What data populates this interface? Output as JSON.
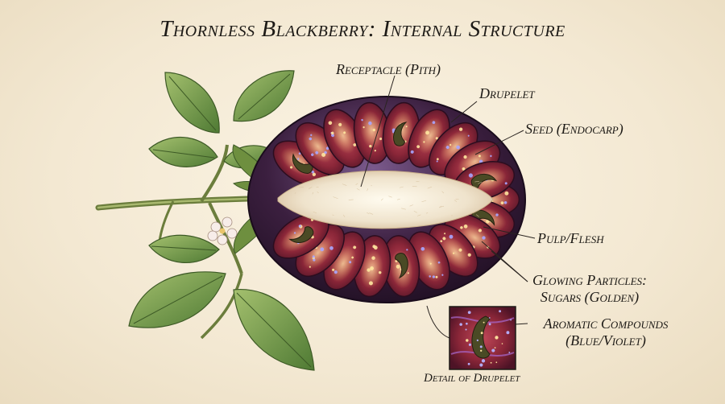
{
  "title": "Thornless Blackberry: Internal Structure",
  "labels": {
    "receptacle": "Receptacle (Pith)",
    "drupelet": "Drupelet",
    "seed": "Seed (Endocarp)",
    "pulp": "Pulp/Flesh",
    "particles_line1": "Glowing Particles:",
    "particles_line2": "Sugars (Golden)",
    "aromatic_line1": "Aromatic Compounds",
    "aromatic_line2": "(Blue/Violet)",
    "detail": "Detail of Drupelet"
  },
  "colors": {
    "skin": "#3b1f3f",
    "flesh": "#8a2638",
    "pith": "#f4ecdc",
    "leaf": "#7ea352",
    "seed": "#4a4a25",
    "sugar_glow": "#f6c86a",
    "aromatic_glow": "#8f8cf2"
  }
}
